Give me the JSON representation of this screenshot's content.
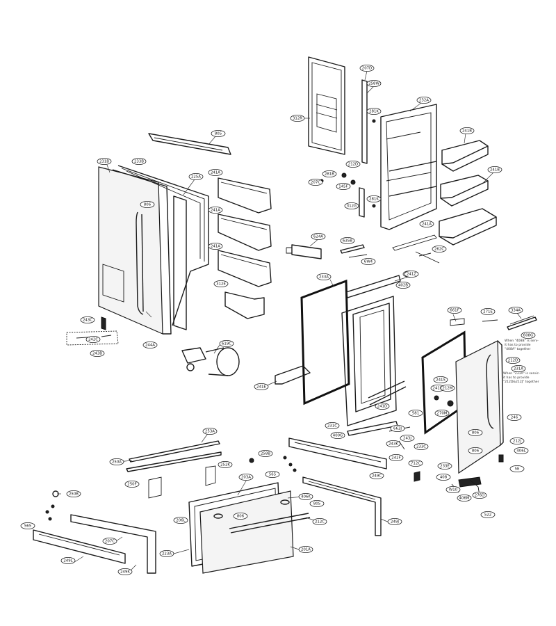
{
  "callouts": [
    {
      "id": "c_207d",
      "label": "207D"
    },
    {
      "id": "c_258w",
      "label": "258W"
    },
    {
      "id": "c_232a",
      "label": "232A"
    },
    {
      "id": "c_312r",
      "label": "312R"
    },
    {
      "id": "c_281k1",
      "label": "281K"
    },
    {
      "id": "c_241b1",
      "label": "241B"
    },
    {
      "id": "c_241b2",
      "label": "241B"
    },
    {
      "id": "c_212d",
      "label": "212D"
    },
    {
      "id": "c_281b",
      "label": "281B"
    },
    {
      "id": "c_207c",
      "label": "207C"
    },
    {
      "id": "c_145f",
      "label": "145F"
    },
    {
      "id": "c_312g",
      "label": "312G"
    },
    {
      "id": "c_281k2",
      "label": "281K"
    },
    {
      "id": "c_241a1",
      "label": "241A"
    },
    {
      "id": "c_262c",
      "label": "262C"
    },
    {
      "id": "c_242c",
      "label": "242C"
    },
    {
      "id": "c_231b",
      "label": "231B"
    },
    {
      "id": "c_233b",
      "label": "233B"
    },
    {
      "id": "c_225a",
      "label": "225A"
    },
    {
      "id": "c_241a2",
      "label": "241A"
    },
    {
      "id": "c_805",
      "label": "805"
    },
    {
      "id": "c_241a3",
      "label": "241A"
    },
    {
      "id": "c_241a4",
      "label": "241A"
    },
    {
      "id": "c_624a",
      "label": "624A"
    },
    {
      "id": "c_635b",
      "label": "635B"
    },
    {
      "id": "c_6w4",
      "label": "6W4"
    },
    {
      "id": "c_312e",
      "label": "312E"
    },
    {
      "id": "c_243c",
      "label": "243C"
    },
    {
      "id": "c_806",
      "label": "806"
    },
    {
      "id": "c_242c2",
      "label": "242C"
    },
    {
      "id": "c_243b",
      "label": "243B"
    },
    {
      "id": "c_244a",
      "label": "244A"
    },
    {
      "id": "c_241e",
      "label": "241E"
    },
    {
      "id": "c_233a",
      "label": "233A"
    },
    {
      "id": "c_241z",
      "label": "241Z"
    },
    {
      "id": "c_402b",
      "label": "402B"
    },
    {
      "id": "c_661f",
      "label": "661F"
    },
    {
      "id": "c_271e",
      "label": "271E"
    },
    {
      "id": "c_334a",
      "label": "334A"
    },
    {
      "id": "c_608g",
      "label": "608G"
    },
    {
      "id": "c_212d2",
      "label": "212D"
    },
    {
      "id": "c_231a",
      "label": "231A"
    },
    {
      "id": "c_619c",
      "label": "619C"
    },
    {
      "id": "c_241s",
      "label": "241S"
    },
    {
      "id": "c_241m",
      "label": "241M"
    },
    {
      "id": "c_212m",
      "label": "212M"
    },
    {
      "id": "c_581",
      "label": "581"
    },
    {
      "id": "c_270m",
      "label": "270M"
    },
    {
      "id": "c_241d",
      "label": "241D"
    },
    {
      "id": "c_246",
      "label": "246"
    },
    {
      "id": "c_231c",
      "label": "231C"
    },
    {
      "id": "c_400g",
      "label": "400G"
    },
    {
      "id": "c_663j",
      "label": "663J"
    },
    {
      "id": "c_243j",
      "label": "243J"
    },
    {
      "id": "c_243k",
      "label": "243K"
    },
    {
      "id": "c_233c",
      "label": "233C"
    },
    {
      "id": "c_212j",
      "label": "212J"
    },
    {
      "id": "c_406l",
      "label": "406L"
    },
    {
      "id": "c_253a",
      "label": "253A"
    },
    {
      "id": "c_258b",
      "label": "258B"
    },
    {
      "id": "c_250a",
      "label": "250A"
    },
    {
      "id": "c_252k",
      "label": "252K"
    },
    {
      "id": "c_565",
      "label": "565"
    },
    {
      "id": "c_242f",
      "label": "242F"
    },
    {
      "id": "c_249c",
      "label": "249C"
    },
    {
      "id": "c_712c",
      "label": "712C"
    },
    {
      "id": "c_233e",
      "label": "233E"
    },
    {
      "id": "c_58",
      "label": "5E"
    },
    {
      "id": "c_806b",
      "label": "806"
    },
    {
      "id": "c_250f",
      "label": "250F"
    },
    {
      "id": "c_203a",
      "label": "203A"
    },
    {
      "id": "c_408",
      "label": "408"
    },
    {
      "id": "c_w10",
      "label": "W10"
    },
    {
      "id": "c_406m",
      "label": "406M"
    },
    {
      "id": "c_276d",
      "label": "276D"
    },
    {
      "id": "c_250b",
      "label": "250B"
    },
    {
      "id": "c_406k",
      "label": "406K"
    },
    {
      "id": "c_805b",
      "label": "805"
    },
    {
      "id": "c_249j",
      "label": "249J"
    },
    {
      "id": "c_565b",
      "label": "565"
    },
    {
      "id": "c_206l",
      "label": "206L"
    },
    {
      "id": "c_806c",
      "label": "806"
    },
    {
      "id": "c_212c",
      "label": "212C"
    },
    {
      "id": "c_207c2",
      "label": "207C"
    },
    {
      "id": "c_223a",
      "label": "223A"
    },
    {
      "id": "c_201a",
      "label": "201A"
    },
    {
      "id": "c_249l",
      "label": "249L"
    },
    {
      "id": "c_249k",
      "label": "249K"
    },
    {
      "id": "c_806d",
      "label": "806"
    },
    {
      "id": "c_522",
      "label": "522"
    }
  ],
  "notes": [
    {
      "id": "n1",
      "lines": [
        "When \"408B\" is serv-",
        "it has to provide",
        "\"408A\" together"
      ]
    },
    {
      "id": "n2",
      "lines": [
        "When \"231A\" is servic-",
        "it has to provide",
        "\"212D&212J\" together"
      ]
    }
  ]
}
